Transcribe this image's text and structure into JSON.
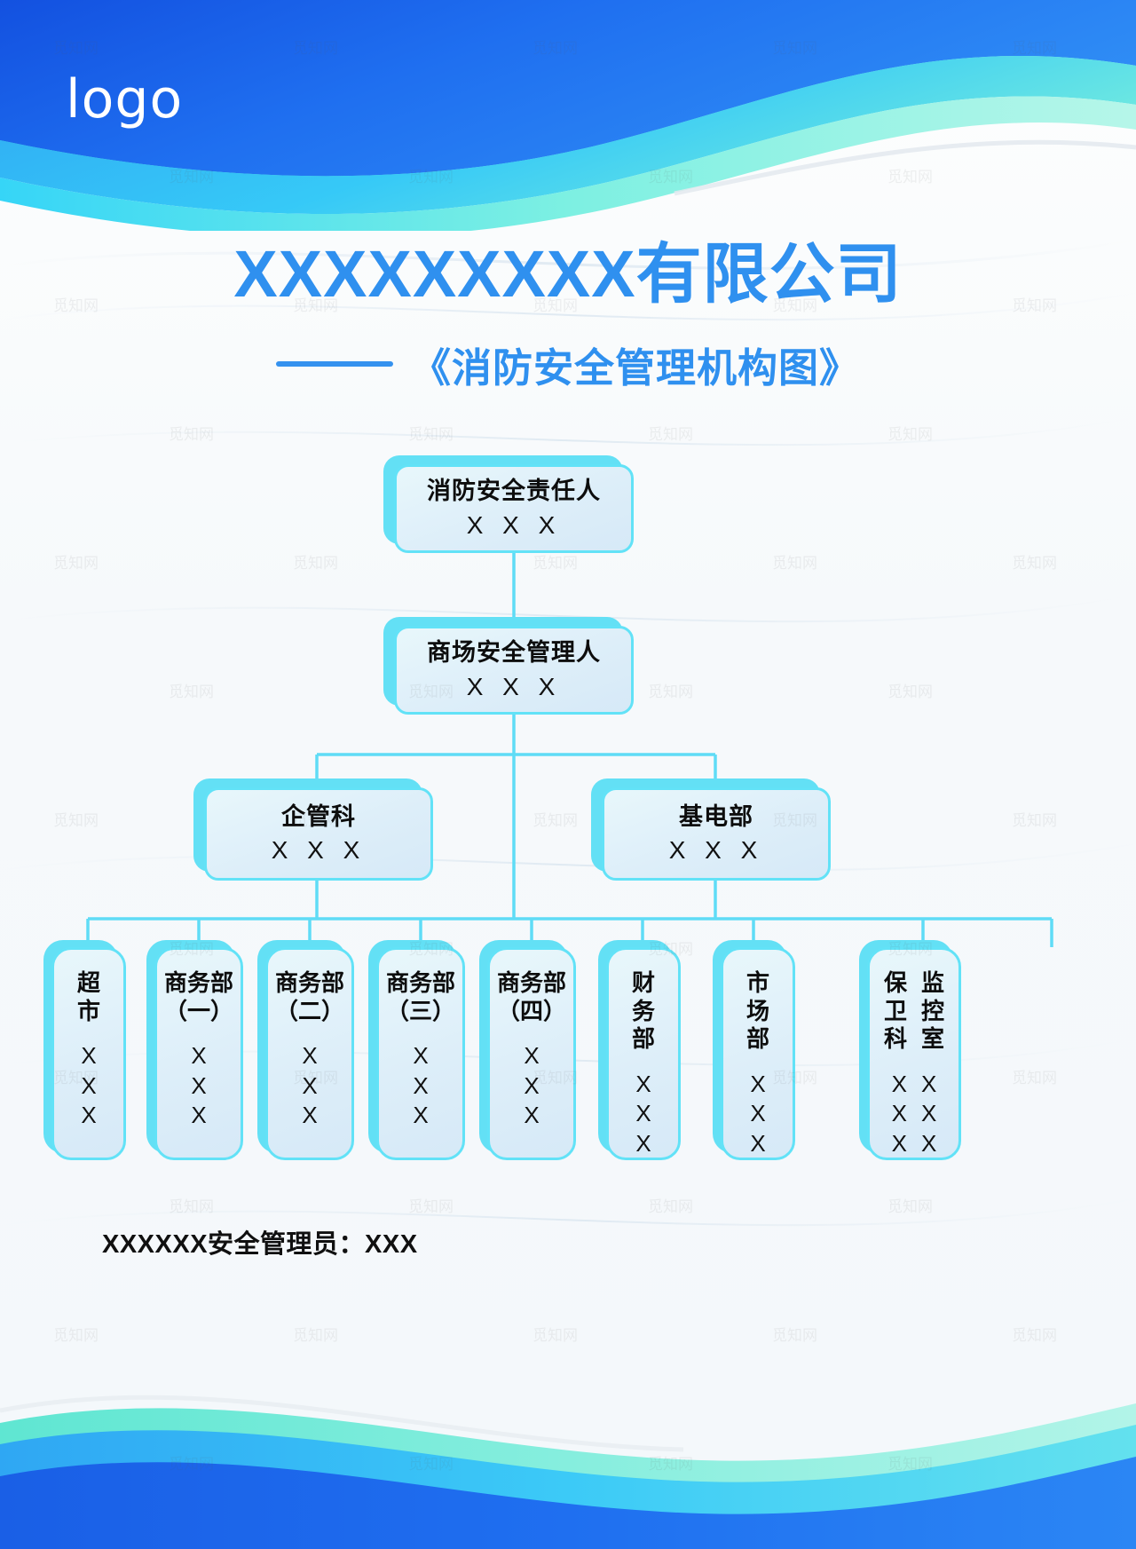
{
  "brand": {
    "logo_text": "logo",
    "accent_blue": "#2f90ef",
    "accent_cyan": "#62e2f7",
    "wave_deep_blue": "#1a64e8",
    "wave_mid_blue": "#35a8f2",
    "wave_teal": "#6fe3d4",
    "card_border": "#62e2f7",
    "card_shadow": "#63e0f5"
  },
  "header": {
    "company_title": "XXXXXXXXX有限公司",
    "subtitle": "《消防安全管理机构图》",
    "rule": "——"
  },
  "chart_data": {
    "type": "diagram",
    "title": "《消防安全管理机构图》",
    "levels": [
      {
        "level": 1,
        "nodes": [
          {
            "title": "消防安全责任人",
            "person": "X X X"
          }
        ]
      },
      {
        "level": 2,
        "nodes": [
          {
            "title": "商场安全管理人",
            "person": "X X X"
          }
        ]
      },
      {
        "level": 3,
        "nodes": [
          {
            "title": "企管科",
            "person": "X X X"
          },
          {
            "title": "基电部",
            "person": "X X X"
          }
        ]
      },
      {
        "level": 4,
        "nodes": [
          {
            "title_lines": [
              "超",
              "市"
            ],
            "person_lines": [
              "X",
              "X",
              "X"
            ]
          },
          {
            "title_lines": [
              "商务部",
              "（一）"
            ],
            "person_lines": [
              "X",
              "X",
              "X"
            ]
          },
          {
            "title_lines": [
              "商务部",
              "（二）"
            ],
            "person_lines": [
              "X",
              "X",
              "X"
            ]
          },
          {
            "title_lines": [
              "商务部",
              "（三）"
            ],
            "person_lines": [
              "X",
              "X",
              "X"
            ]
          },
          {
            "title_lines": [
              "商务部",
              "（四）"
            ],
            "person_lines": [
              "X",
              "X",
              "X"
            ]
          },
          {
            "title_lines": [
              "财",
              "务",
              "部"
            ],
            "person_lines": [
              "X",
              "X",
              "X"
            ]
          },
          {
            "title_lines": [
              "市",
              "场",
              "部"
            ],
            "person_lines": [
              "X",
              "X",
              "X"
            ]
          },
          {
            "columns": [
              {
                "title_lines": [
                  "保",
                  "卫",
                  "科"
                ],
                "person_lines": [
                  "X",
                  "X",
                  "X"
                ]
              },
              {
                "title_lines": [
                  "监",
                  "控",
                  "室"
                ],
                "person_lines": [
                  "X",
                  "X",
                  "X"
                ]
              }
            ]
          }
        ]
      }
    ]
  },
  "nodes": {
    "n1": {
      "title": "消防安全责任人",
      "person": "X X X"
    },
    "n2": {
      "title": "商场安全管理人",
      "person": "X X X"
    },
    "n3a": {
      "title": "企管科",
      "person": "X X X"
    },
    "n3b": {
      "title": "基电部",
      "person": "X X X"
    },
    "l1": {
      "t1": "超",
      "t2": "市",
      "p1": "X",
      "p2": "X",
      "p3": "X"
    },
    "l2": {
      "t1": "商务部",
      "t2": "（一）",
      "p1": "X",
      "p2": "X",
      "p3": "X"
    },
    "l3": {
      "t1": "商务部",
      "t2": "（二）",
      "p1": "X",
      "p2": "X",
      "p3": "X"
    },
    "l4": {
      "t1": "商务部",
      "t2": "（三）",
      "p1": "X",
      "p2": "X",
      "p3": "X"
    },
    "l5": {
      "t1": "商务部",
      "t2": "（四）",
      "p1": "X",
      "p2": "X",
      "p3": "X"
    },
    "l6": {
      "t1": "财",
      "t2": "务",
      "t3": "部",
      "p1": "X",
      "p2": "X",
      "p3": "X"
    },
    "l7": {
      "t1": "市",
      "t2": "场",
      "t3": "部",
      "p1": "X",
      "p2": "X",
      "p3": "X"
    },
    "l8": {
      "a1": "保",
      "a2": "卫",
      "a3": "科",
      "b1": "监",
      "b2": "控",
      "b3": "室",
      "ap1": "X",
      "ap2": "X",
      "ap3": "X",
      "bp1": "X",
      "bp2": "X",
      "bp3": "X"
    }
  },
  "footer": {
    "note": "XXXXXX安全管理员：XXX"
  },
  "watermark": {
    "text": "觅知网"
  }
}
